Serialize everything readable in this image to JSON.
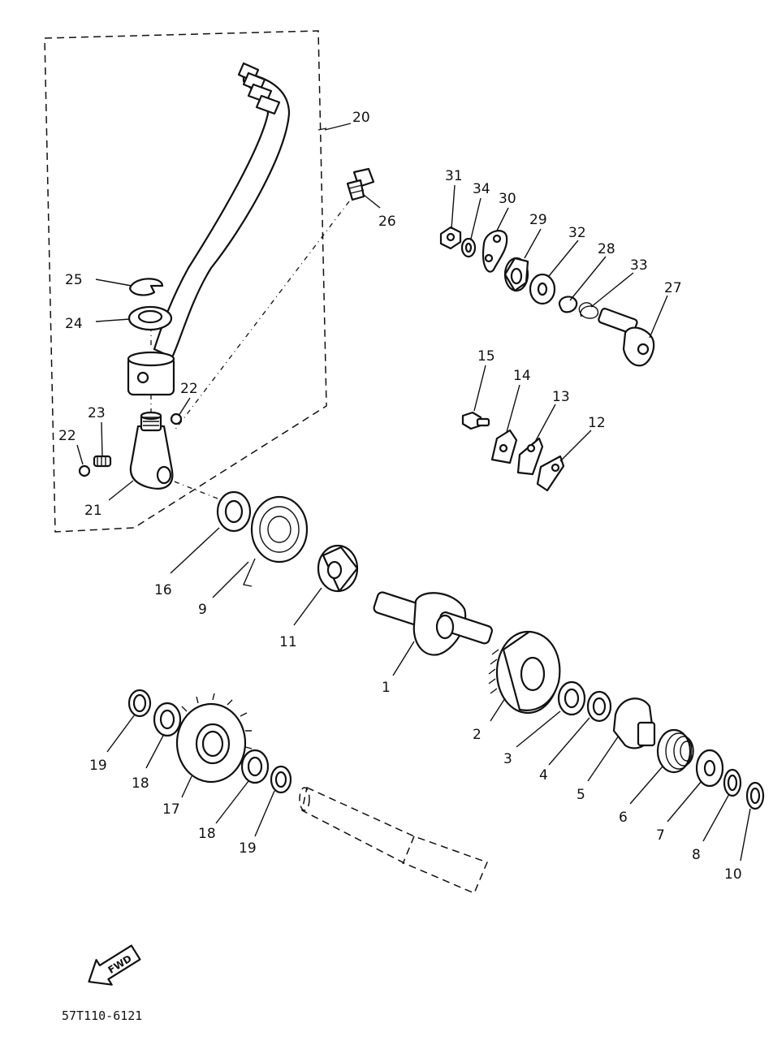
{
  "labels": {
    "p1": "1",
    "p2": "2",
    "p3": "3",
    "p4": "4",
    "p5": "5",
    "p6": "6",
    "p7": "7",
    "p8": "8",
    "p9": "9",
    "p10": "10",
    "p11": "11",
    "p12": "12",
    "p13": "13",
    "p14": "14",
    "p15": "15",
    "p16": "16",
    "p17": "17",
    "p18a": "18",
    "p18b": "18",
    "p19a": "19",
    "p19b": "19",
    "p20": "20",
    "p21": "21",
    "p22a": "22",
    "p22b": "22",
    "p23": "23",
    "p24": "24",
    "p25": "25",
    "p26": "26",
    "p27": "27",
    "p28": "28",
    "p29": "29",
    "p30": "30",
    "p31": "31",
    "p32": "32",
    "p33": "33",
    "p34": "34"
  },
  "direction_arrow": "FWD",
  "drawing_code": "57T110-6121"
}
